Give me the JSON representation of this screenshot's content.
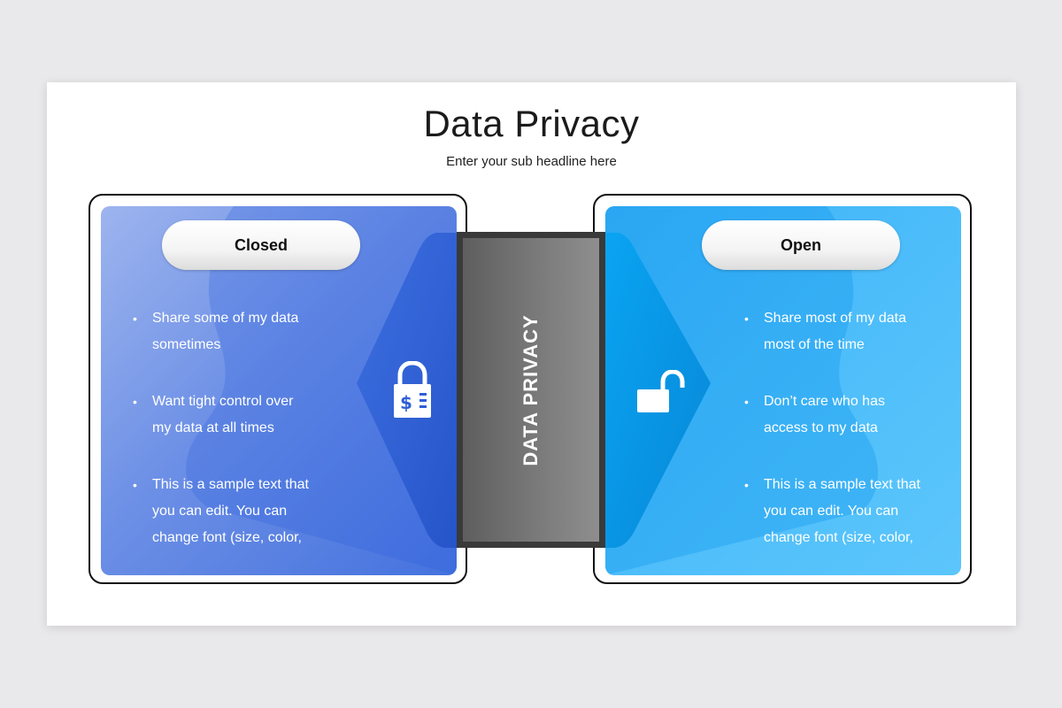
{
  "slide": {
    "title": "Data Privacy",
    "subtitle": "Enter your sub headline here",
    "center_label": "DATA PRIVACY"
  },
  "left_card": {
    "label": "Closed",
    "icon": "padlock-dollar-icon",
    "bullets": [
      "Share some of my data sometimes",
      "Want tight control over my data at all times",
      "This is a sample text that you can edit. You can change font (size, color,"
    ]
  },
  "right_card": {
    "label": "Open",
    "icon": "open-padlock-icon",
    "bullets": [
      "Share most of my data most of the time",
      "Don’t care who has access to my data",
      "This is a sample text that you can edit. You can change font (size, color,"
    ]
  },
  "colors": {
    "closed_accent": "#3363d9",
    "open_accent": "#0aa2f0",
    "center_panel": "#3a3a3a"
  }
}
